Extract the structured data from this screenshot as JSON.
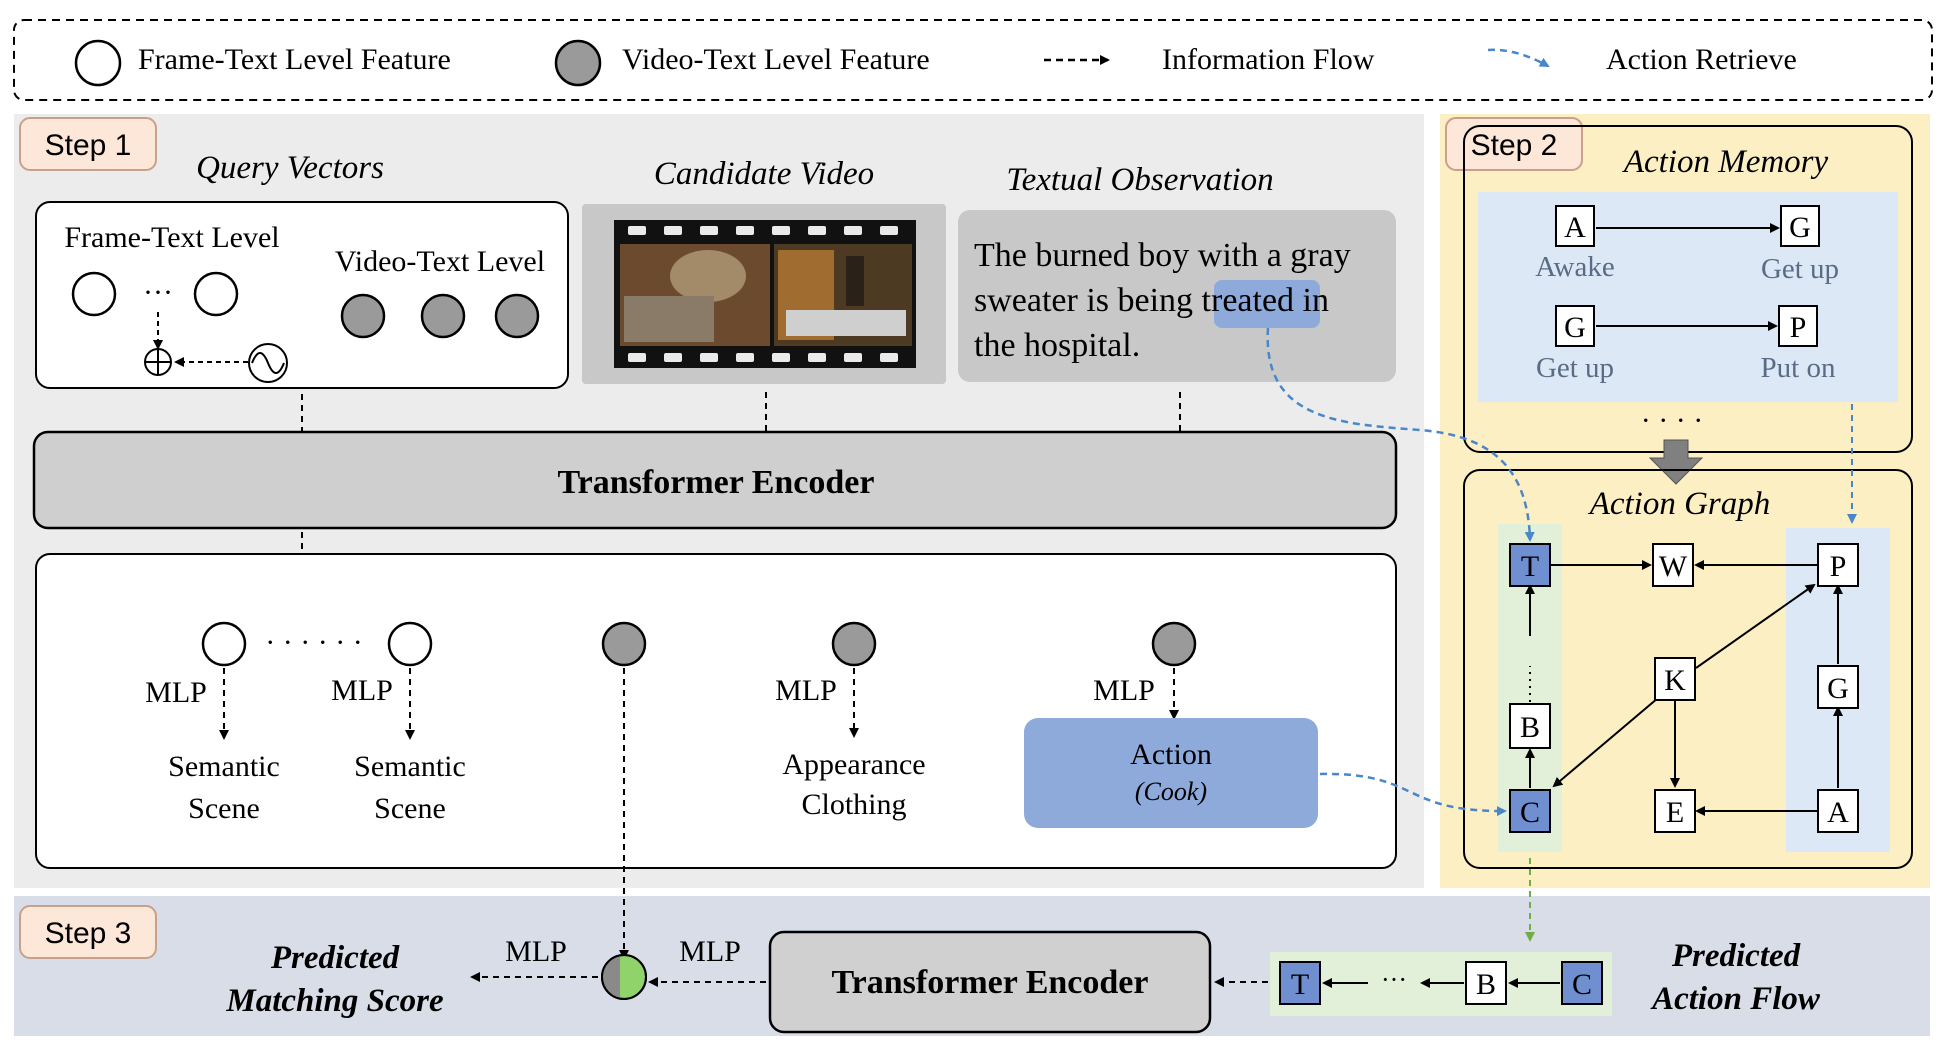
{
  "legend": {
    "frame_text": "Frame-Text Level Feature",
    "video_text": "Video-Text Level Feature",
    "info_flow": "Information Flow",
    "action_retrieve": "Action Retrieve"
  },
  "step1": {
    "label": "Step 1",
    "query_vectors": "Query Vectors",
    "frame_text_level": "Frame-Text Level",
    "video_text_level": "Video-Text Level",
    "ellipsis": "···",
    "candidate_video": "Candidate Video",
    "textual_observation": "Textual Observation",
    "obs_line1": "The burned boy with a gray",
    "obs_line2_a": "sweater is being ",
    "obs_highlight": "treated",
    "obs_line2_b": " in",
    "obs_line3": "the hospital.",
    "encoder": "Transformer Encoder",
    "mlp": "MLP",
    "dots": "· · ·   · · ·",
    "semantic": "Semantic",
    "scene": "Scene",
    "appearance": "Appearance",
    "clothing": "Clothing",
    "action": "Action",
    "action_example": "(Cook)"
  },
  "step2": {
    "label": "Step 2",
    "action_memory": "Action Memory",
    "memory": [
      {
        "from_letter": "A",
        "from_name": "Awake",
        "to_letter": "G",
        "to_name": "Get up"
      },
      {
        "from_letter": "G",
        "from_name": "Get up",
        "to_letter": "P",
        "to_name": "Put on"
      }
    ],
    "memory_dots": "· · · ·",
    "action_graph": "Action Graph",
    "nodes": {
      "T": "T",
      "W": "W",
      "P": "P",
      "K": "K",
      "G": "G",
      "B": "B",
      "C": "C",
      "E": "E",
      "A": "A"
    }
  },
  "step3": {
    "label": "Step 3",
    "score_line1": "Predicted",
    "score_line2": "Matching Score",
    "mlp1": "MLP",
    "mlp2": "MLP",
    "encoder": "Transformer Encoder",
    "flow": [
      "T",
      "···",
      "B",
      "C"
    ],
    "flow_line1": "Predicted",
    "flow_line2": "Action Flow"
  },
  "colors": {
    "step_bg": "#ececec",
    "step2_bg": "#fdefc4",
    "step3_bg": "#d8dde8",
    "blue_node": "#6f8fd0",
    "highlight": "#8eaadb",
    "memory_bg": "#dce8f5",
    "green_bg": "#e2f0d9",
    "retrieve": "#4a86c8",
    "green_arrow": "#70ad47",
    "step_tag_bg": "#fde7d9"
  }
}
